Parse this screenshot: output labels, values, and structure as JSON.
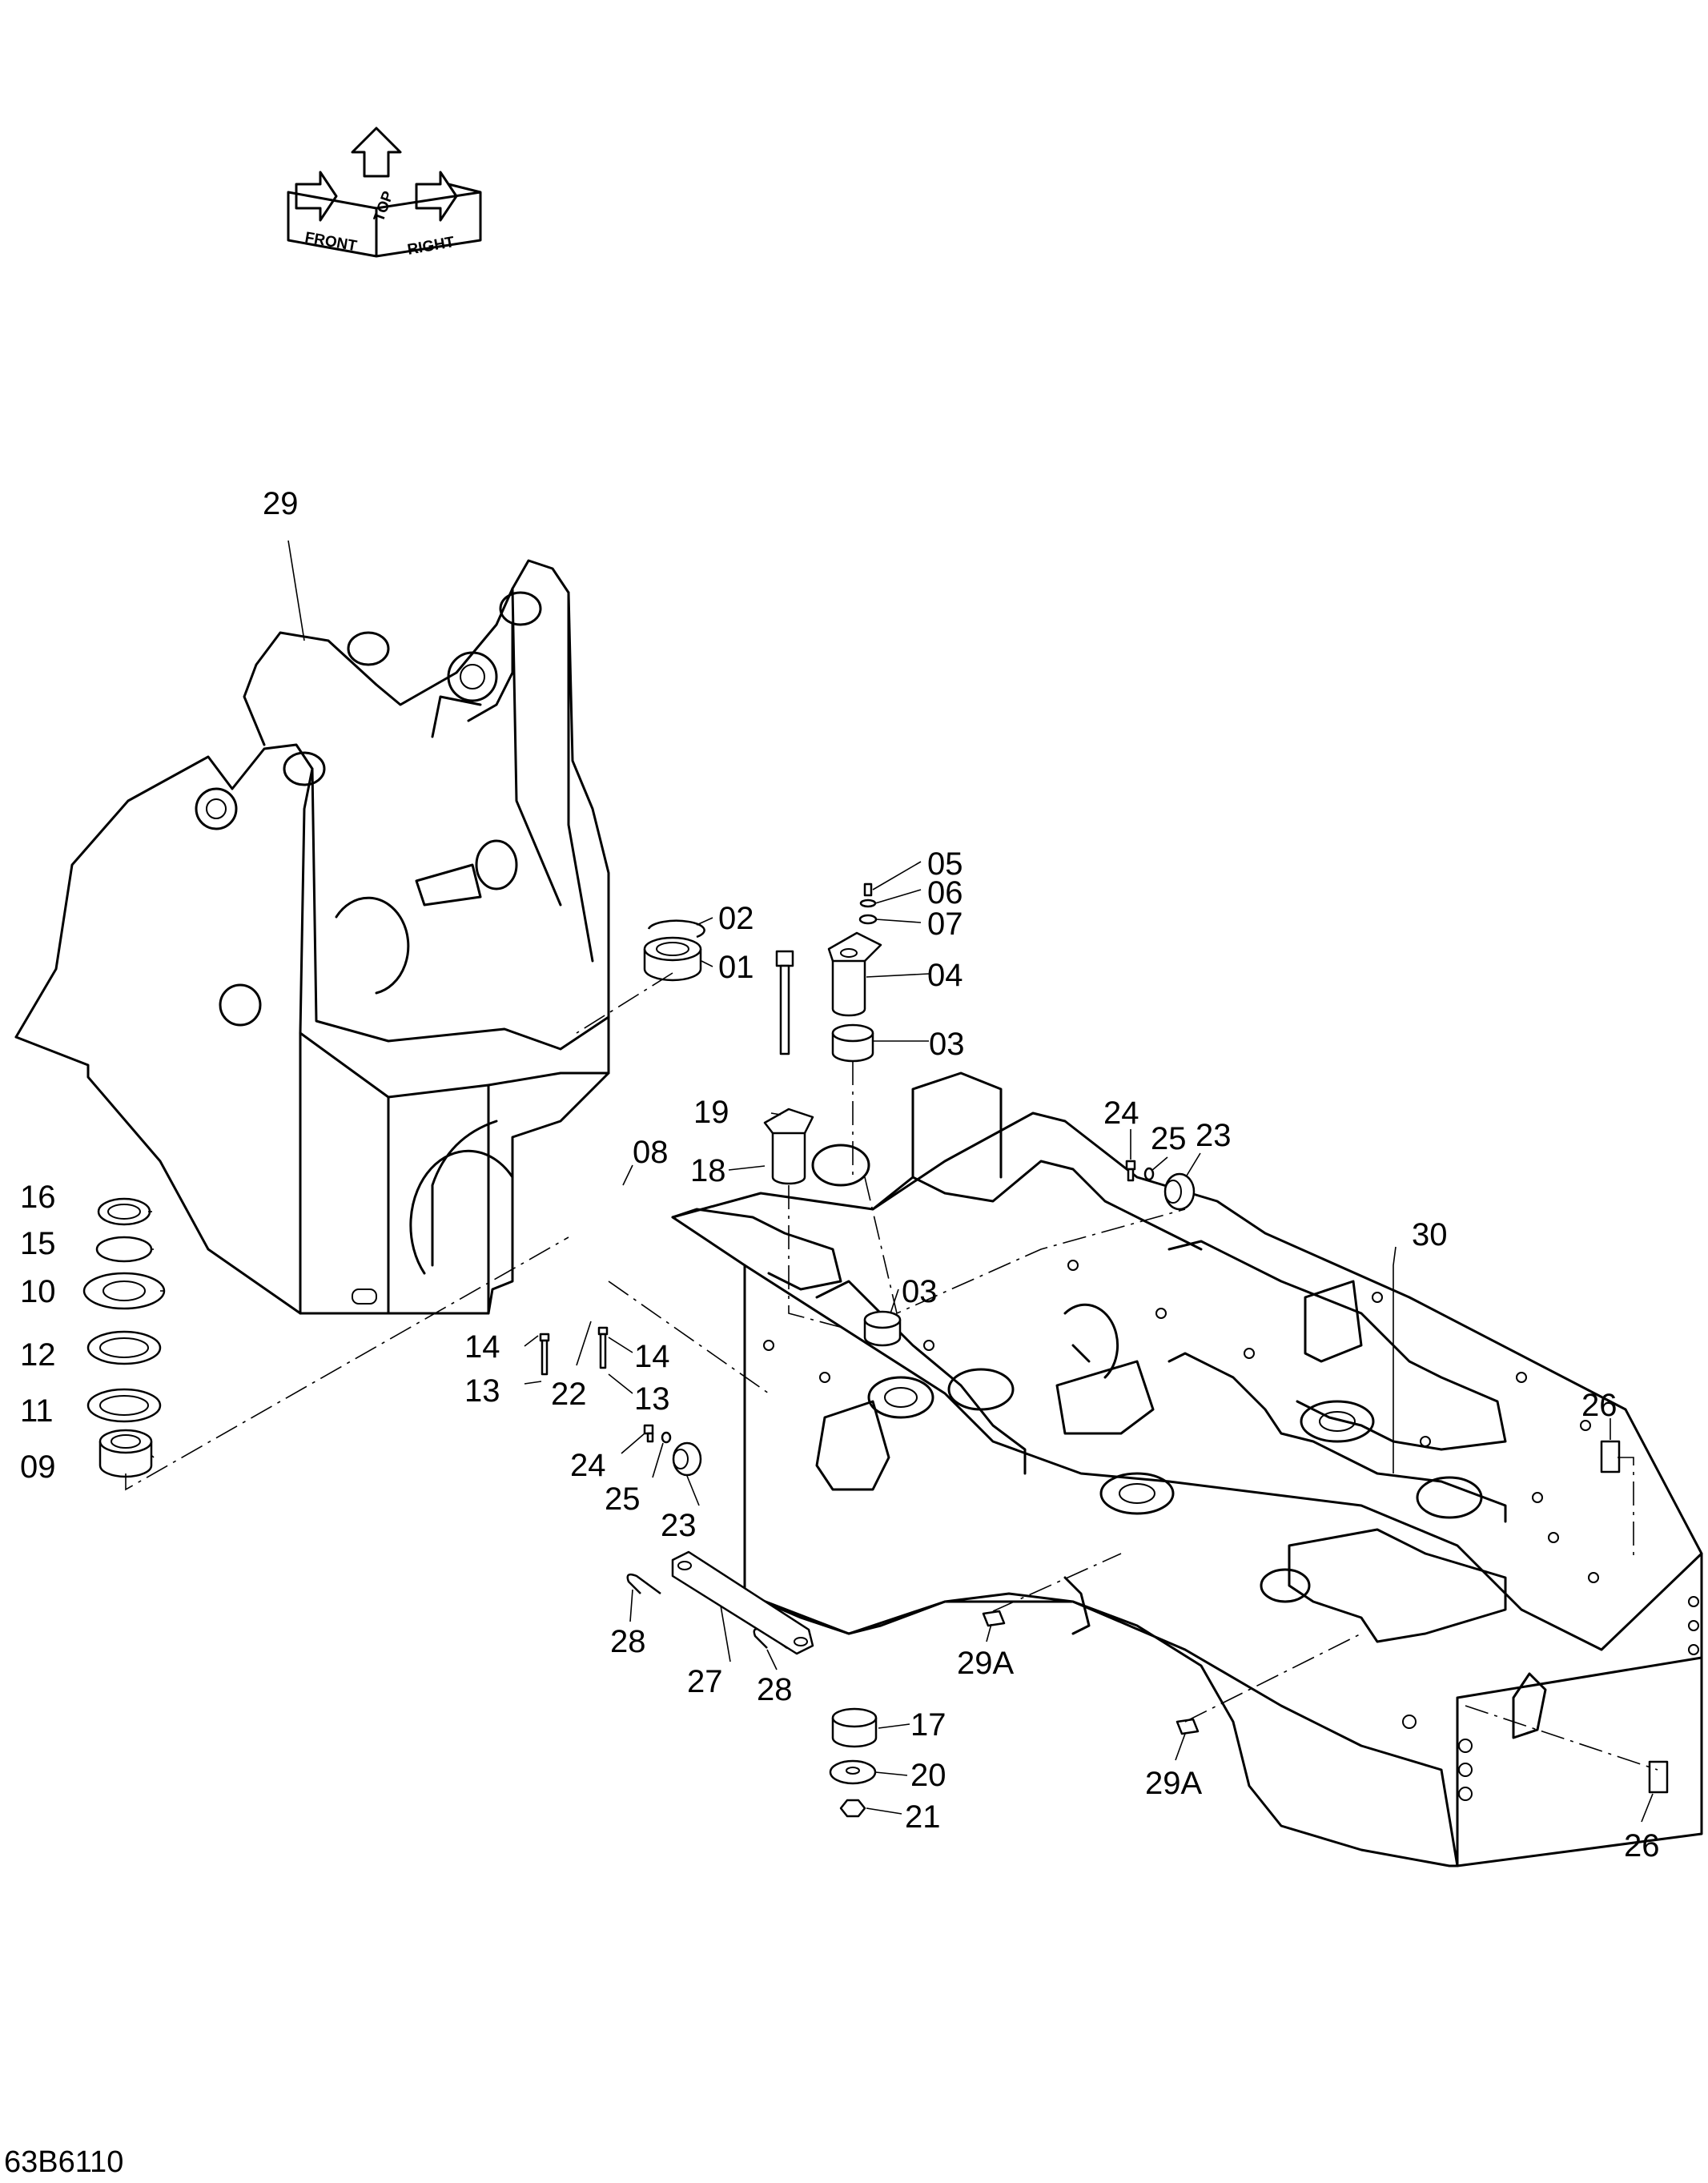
{
  "orientation": {
    "top": "TOP",
    "front": "FRONT",
    "right": "RIGHT"
  },
  "callouts": {
    "c29": "29",
    "c02": "02",
    "c01": "01",
    "c05": "05",
    "c06": "06",
    "c07": "07",
    "c04": "04",
    "c03a": "03",
    "c19": "19",
    "c24a": "24",
    "c25a": "25",
    "c23a": "23",
    "c08": "08",
    "c18": "18",
    "c16": "16",
    "c15": "15",
    "c10": "10",
    "c12": "12",
    "c11": "11",
    "c09": "09",
    "c03b": "03",
    "c30": "30",
    "c14a": "14",
    "c14b": "14",
    "c13a": "13",
    "c22": "22",
    "c13b": "13",
    "c26a": "26",
    "c24b": "24",
    "c25b": "25",
    "c23b": "23",
    "c28a": "28",
    "c27": "27",
    "c28b": "28",
    "c29a_a": "29A",
    "c17": "17",
    "c20": "20",
    "c21": "21",
    "c29a_b": "29A",
    "c26b": "26"
  },
  "drawing_code": "63B6110"
}
